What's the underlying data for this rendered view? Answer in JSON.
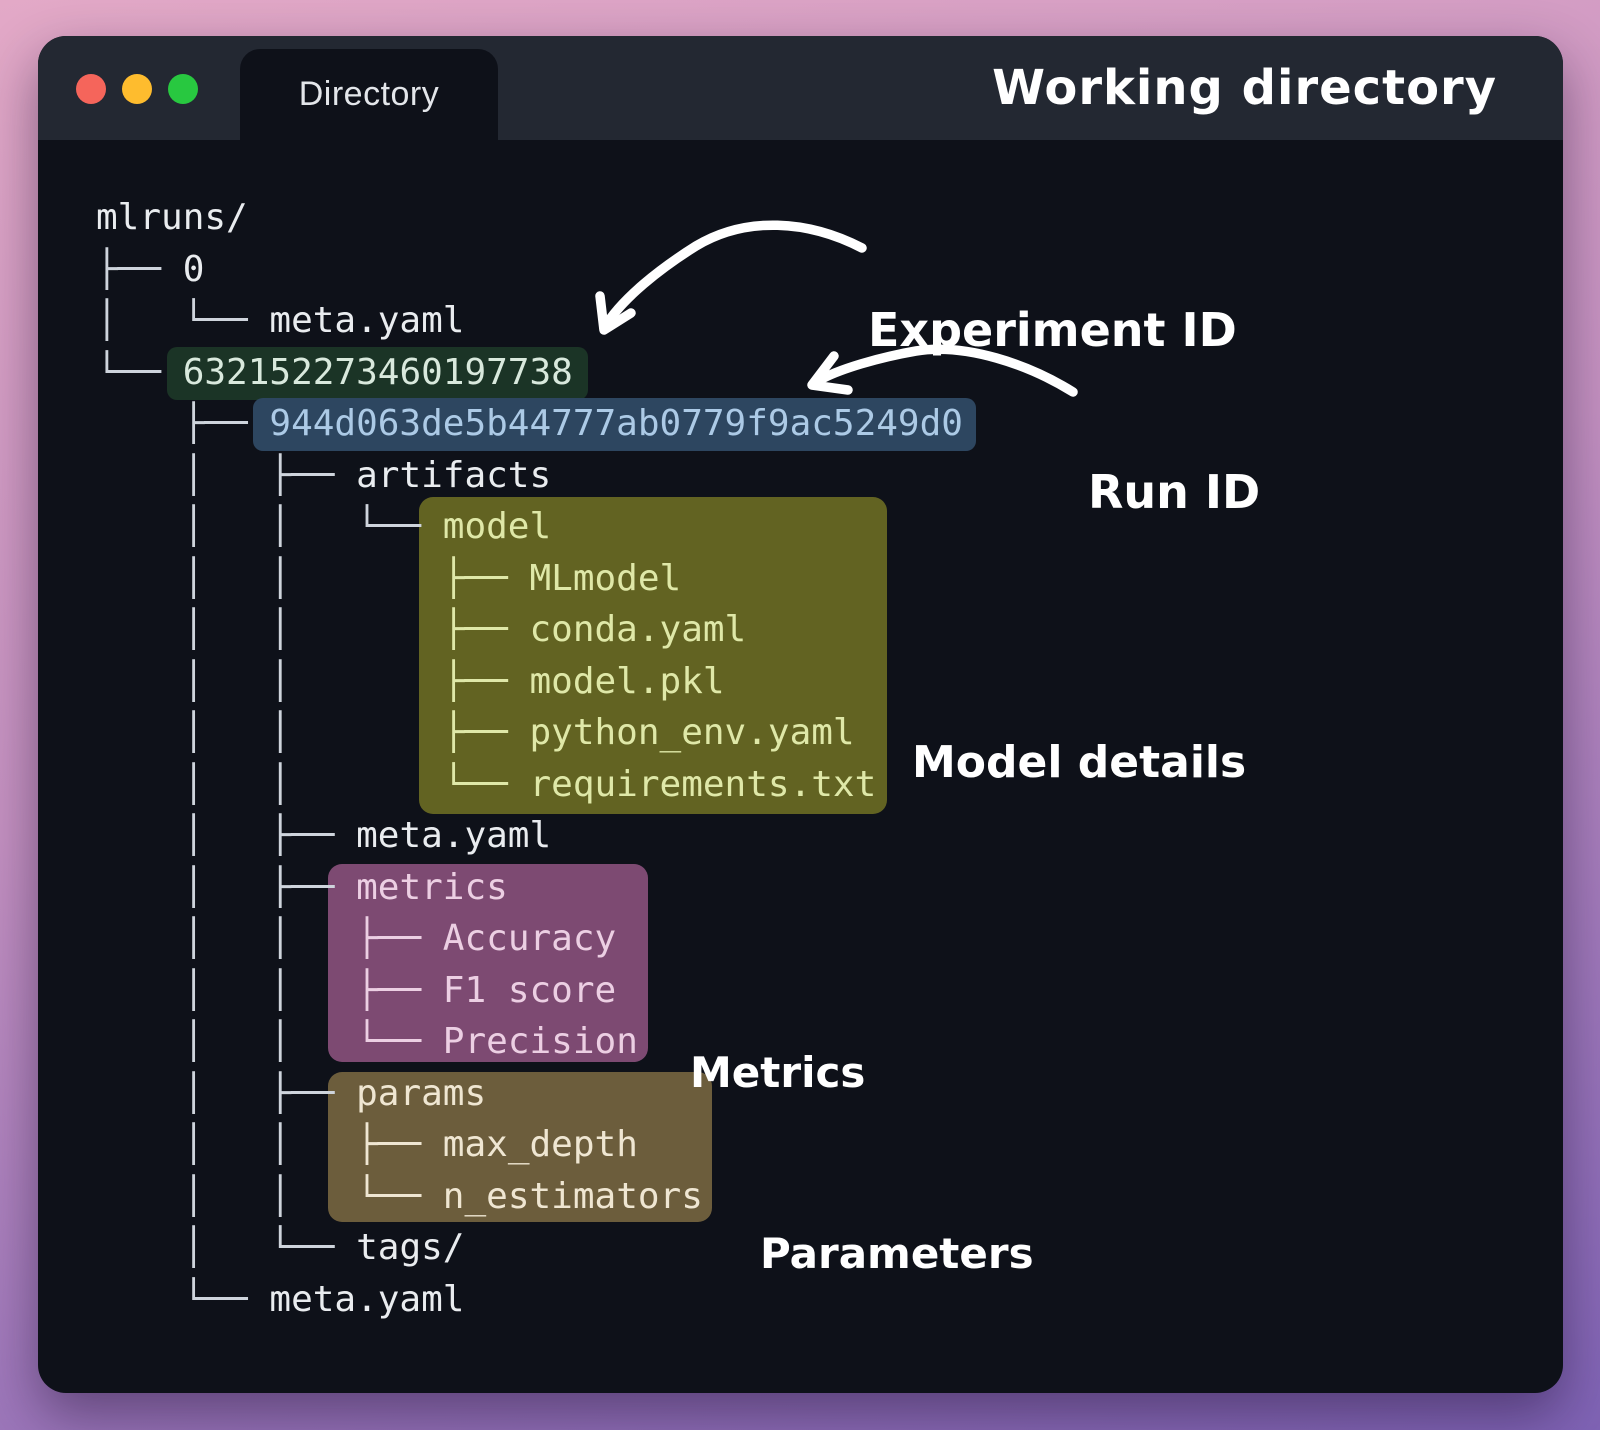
{
  "window": {
    "tab_label": "Directory",
    "title": "Working directory",
    "traffic_lights": [
      "close",
      "minimize",
      "zoom"
    ]
  },
  "annotations": {
    "experiment_id": "Experiment ID",
    "run_id": "Run ID",
    "model_details": "Model details",
    "metrics": "Metrics",
    "parameters": "Parameters"
  },
  "colors": {
    "background_top": "#e3a9c7",
    "background_bottom": "#7f63b5",
    "titlebar": "#232832",
    "terminal_body": "#0e1119",
    "experiment_highlight_bg": "#1b3426",
    "experiment_highlight_text": "#d9e9dd",
    "run_highlight_bg": "#2d4660",
    "run_highlight_text": "#accae6",
    "model_highlight_bg": "#626322",
    "model_highlight_text": "#dfe8a8",
    "metrics_highlight_bg": "#7d4a72",
    "metrics_highlight_text": "#eccfe3",
    "params_highlight_bg": "#6c5d3c",
    "params_highlight_text": "#efe6d2",
    "traffic_red": "#f5655b",
    "traffic_yellow": "#febc2e",
    "traffic_green": "#28c840",
    "arrow": "#ffffff"
  },
  "tree": {
    "rows": [
      {
        "prefix": "",
        "label": "mlruns/",
        "hl": ""
      },
      {
        "prefix": "├── ",
        "label": "0",
        "hl": ""
      },
      {
        "prefix": "│   └── ",
        "label": "meta.yaml",
        "hl": ""
      },
      {
        "prefix": "└── ",
        "label": "632152273460197738",
        "hl": "exp"
      },
      {
        "prefix": "    ├── ",
        "label": "944d063de5b44777ab0779f9ac5249d0",
        "hl": "run"
      },
      {
        "prefix": "    │   ├── ",
        "label": "artifacts",
        "hl": ""
      },
      {
        "prefix": "    │   │   └── ",
        "label": "model",
        "hl": "model"
      },
      {
        "prefix": "    │   │       ",
        "inbox": "├── ",
        "label": "MLmodel",
        "hl": "model"
      },
      {
        "prefix": "    │   │       ",
        "inbox": "├── ",
        "label": "conda.yaml",
        "hl": "model"
      },
      {
        "prefix": "    │   │       ",
        "inbox": "├── ",
        "label": "model.pkl",
        "hl": "model"
      },
      {
        "prefix": "    │   │       ",
        "inbox": "├── ",
        "label": "python_env.yaml",
        "hl": "model"
      },
      {
        "prefix": "    │   │       ",
        "inbox": "└── ",
        "label": "requirements.txt",
        "hl": "model"
      },
      {
        "prefix": "    │   ├── ",
        "label": "meta.yaml",
        "hl": ""
      },
      {
        "prefix": "    │   ├── ",
        "label": "metrics",
        "hl": "metrics"
      },
      {
        "prefix": "    │   │   ",
        "inbox": "├── ",
        "label": "Accuracy",
        "hl": "metrics"
      },
      {
        "prefix": "    │   │   ",
        "inbox": "├── ",
        "label": "F1 score",
        "hl": "metrics"
      },
      {
        "prefix": "    │   │   ",
        "inbox": "└── ",
        "label": "Precision",
        "hl": "metrics"
      },
      {
        "prefix": "    │   ├── ",
        "label": "params",
        "hl": "params"
      },
      {
        "prefix": "    │   │   ",
        "inbox": "├── ",
        "label": "max_depth",
        "hl": "params"
      },
      {
        "prefix": "    │   │   ",
        "inbox": "└── ",
        "label": "n_estimators",
        "hl": "params"
      },
      {
        "prefix": "    │   └── ",
        "label": "tags/",
        "hl": ""
      },
      {
        "prefix": "    └── ",
        "label": "meta.yaml",
        "hl": ""
      }
    ]
  }
}
